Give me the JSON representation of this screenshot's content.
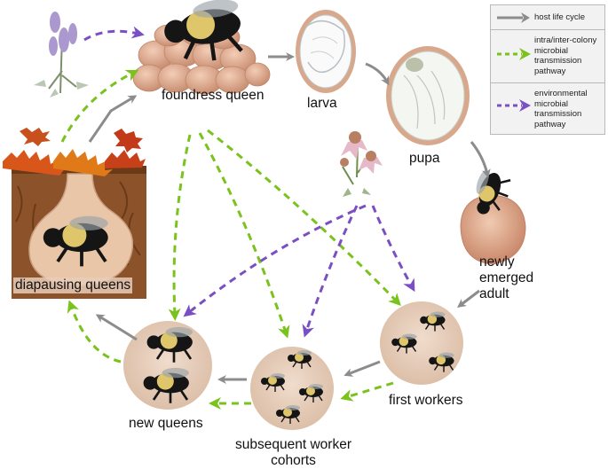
{
  "labels": {
    "foundress": "foundress queen",
    "larva": "larva",
    "pupa": "pupa",
    "newly_emerged": "newly\nemerged\nadult",
    "first_workers": "first workers",
    "subsequent": "subsequent worker\ncohorts",
    "new_queens": "new queens",
    "diapausing": "diapausing queens"
  },
  "legend": [
    {
      "key": "host",
      "label": "host life cycle",
      "style": "solid",
      "color": "#8c8c8c"
    },
    {
      "key": "intra",
      "label": "intra/inter-colony\nmicrobial\ntransmission\npathway",
      "style": "dashed",
      "color": "#7ac21c"
    },
    {
      "key": "env",
      "label": "environmental\nmicrobial\ntransmission\npathway",
      "style": "dashed",
      "color": "#7b4fc4"
    }
  ],
  "colors": {
    "host": "#8c8c8c",
    "intra": "#7ac21c",
    "env": "#7b4fc4",
    "cell_fill": "#ead2c0",
    "soil": "#8c5229",
    "comb": "#e0b49a"
  }
}
